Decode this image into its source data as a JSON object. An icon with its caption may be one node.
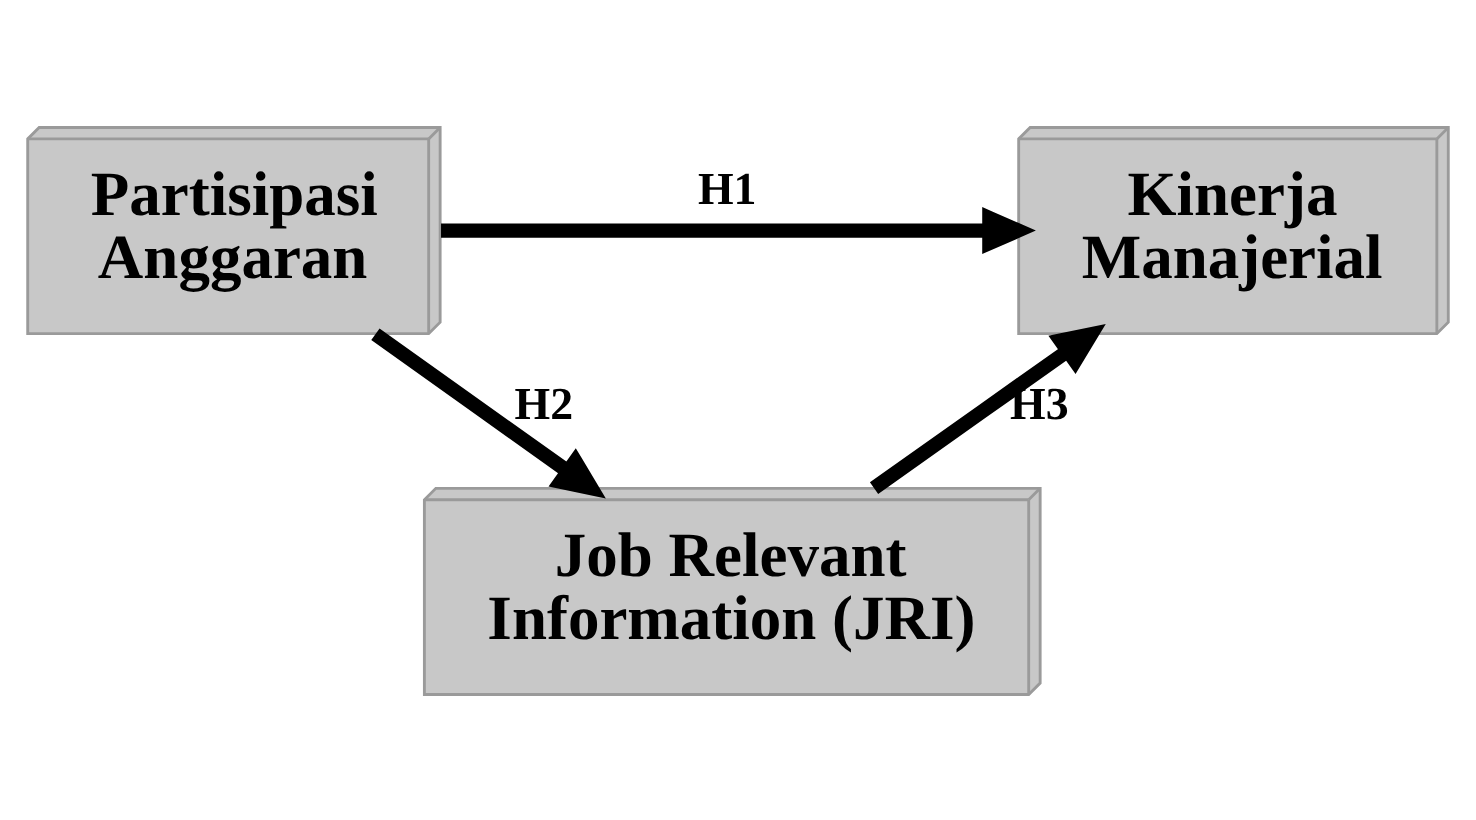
{
  "diagram": {
    "nodes": [
      {
        "text": [
          "Partisipasi Anggaran"
        ]
      },
      {
        "text": [
          "Kinerja Manajerial"
        ]
      },
      {
        "text": [
          "Job Relevant Information (JRI)"
        ]
      }
    ],
    "edges": [
      {
        "from": 0,
        "to": 1,
        "arrow": "to",
        "label": "H1"
      },
      {
        "from": 0,
        "to": 2,
        "arrow": "to",
        "label": "H2"
      },
      {
        "from": 2,
        "to": 1,
        "arrow": "to",
        "label": "H3"
      }
    ]
  }
}
